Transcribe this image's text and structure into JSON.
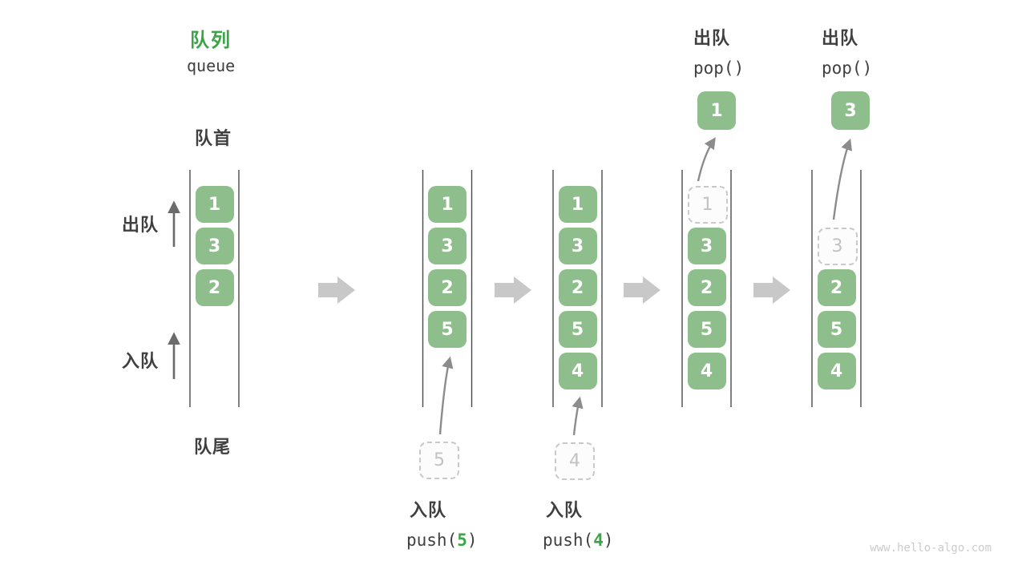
{
  "title": {
    "zh": "队列",
    "en": "queue"
  },
  "labels": {
    "front": "队首",
    "rear": "队尾",
    "dequeue": "出队",
    "enqueue": "入队"
  },
  "columns": [
    {
      "slots": [
        {
          "v": "1",
          "state": "filled"
        },
        {
          "v": "3",
          "state": "filled"
        },
        {
          "v": "2",
          "state": "filled"
        }
      ]
    },
    {
      "slots": [
        {
          "v": "1",
          "state": "filled"
        },
        {
          "v": "3",
          "state": "filled"
        },
        {
          "v": "2",
          "state": "filled"
        },
        {
          "v": "5",
          "state": "filled"
        }
      ],
      "incoming": "5",
      "op": {
        "label": "入队",
        "fn": "push",
        "arg": "5"
      }
    },
    {
      "slots": [
        {
          "v": "1",
          "state": "filled"
        },
        {
          "v": "3",
          "state": "filled"
        },
        {
          "v": "2",
          "state": "filled"
        },
        {
          "v": "5",
          "state": "filled"
        },
        {
          "v": "4",
          "state": "filled"
        }
      ],
      "incoming": "4",
      "op": {
        "label": "入队",
        "fn": "push",
        "arg": "4"
      }
    },
    {
      "slots": [
        {
          "v": "1",
          "state": "dashed"
        },
        {
          "v": "3",
          "state": "filled"
        },
        {
          "v": "2",
          "state": "filled"
        },
        {
          "v": "5",
          "state": "filled"
        },
        {
          "v": "4",
          "state": "filled"
        }
      ],
      "popped": "1",
      "op": {
        "label": "出队",
        "code": "pop()"
      }
    },
    {
      "slots": [
        {
          "v": "",
          "state": "empty"
        },
        {
          "v": "3",
          "state": "dashed"
        },
        {
          "v": "2",
          "state": "filled"
        },
        {
          "v": "5",
          "state": "filled"
        },
        {
          "v": "4",
          "state": "filled"
        }
      ],
      "popped": "3",
      "op": {
        "label": "出队",
        "code": "pop()"
      }
    }
  ],
  "watermark": "www.hello-algo.com",
  "colors": {
    "box_green": "#8DBE8B",
    "title_green": "#3DA348",
    "arg_green": "#3DA348",
    "text_dark": "#3F3F3F",
    "block_arrow": "#C8C8C8",
    "thin_arrow": "#8C8C8C",
    "side_arrow": "#6B6B6B",
    "dashed_border": "#C9C9C9",
    "dashed_text": "#C2C2C2",
    "column_line": "#4A4A4A",
    "watermark_gray": "#CBCBCB"
  }
}
